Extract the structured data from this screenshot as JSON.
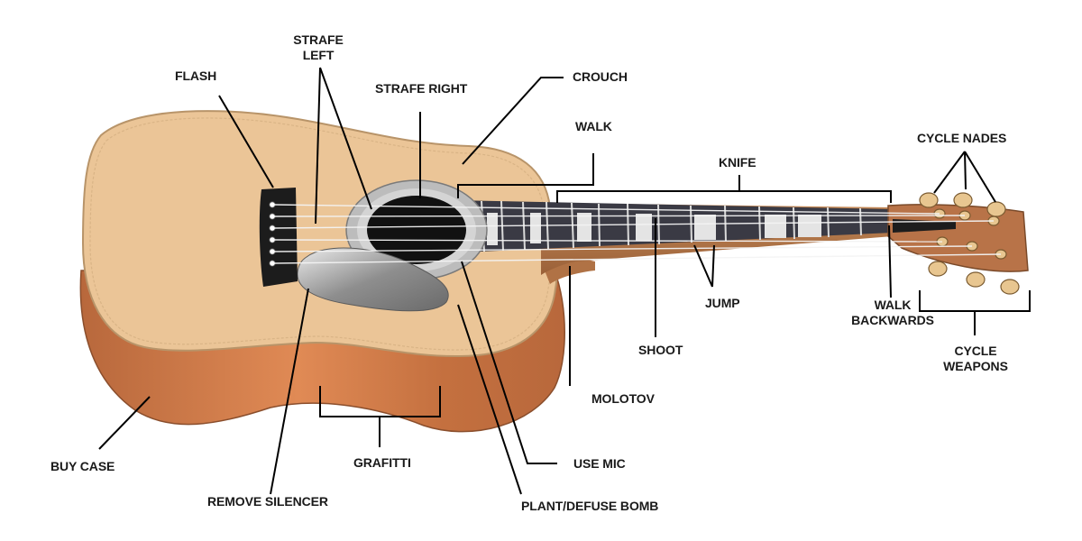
{
  "labels": {
    "strafe_left_1": "STRAFE",
    "strafe_left_2": "LEFT",
    "flash": "FLASH",
    "strafe_right": "STRAFE RIGHT",
    "crouch": "CROUCH",
    "walk": "WALK",
    "knife": "KNIFE",
    "cycle_nades": "CYCLE NADES",
    "jump": "JUMP",
    "walk_backwards_1": "WALK",
    "walk_backwards_2": "BACKWARDS",
    "shoot": "SHOOT",
    "cycle_weapons_1": "CYCLE",
    "cycle_weapons_2": "WEAPONS",
    "molotov": "MOLOTOV",
    "buy_case": "BUY CASE",
    "grafitti": "GRAFITTI",
    "use_mic": "USE MIC",
    "remove_silencer": "REMOVE SILENCER",
    "plant_defuse_bomb": "PLANT/DEFUSE BOMB"
  },
  "colors": {
    "top_wood": "#ebc597",
    "side_wood": "#c8784a",
    "side_highlight": "#e08a55",
    "neck_wood": "#b77a4c",
    "fretboard": "#3a3a44",
    "inlay": "#e4e4e4",
    "pickguard": "#9a9a9a",
    "bridge": "#1c1c1c",
    "soundhole": "#111111",
    "rosette": "#c9c9c9",
    "leader_line": "#000000",
    "peg": "#e8c690"
  }
}
